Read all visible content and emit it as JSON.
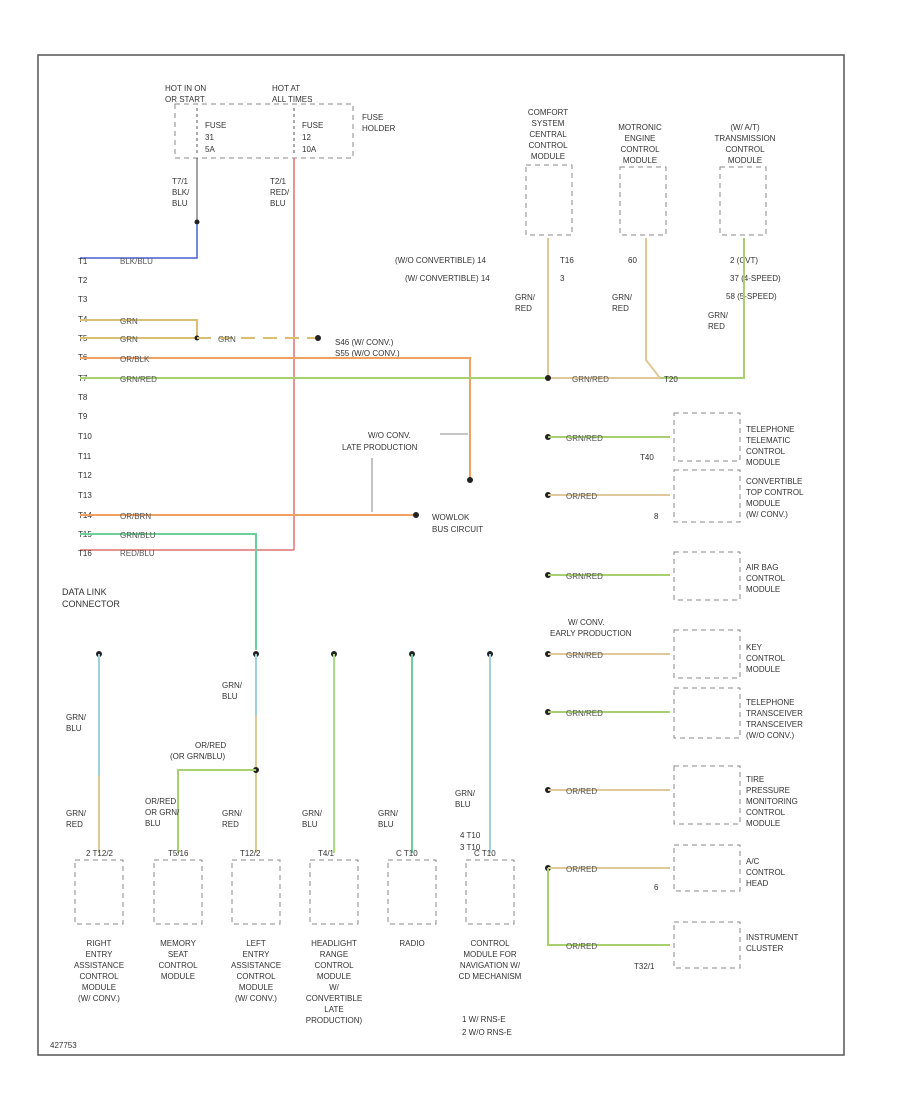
{
  "diagram_id": "427753",
  "power": {
    "hot_run_label": [
      "HOT IN ON",
      "OR START"
    ],
    "hot_all_label": [
      "HOT AT",
      "ALL TIMES"
    ],
    "fuse_a": [
      "FUSE",
      "31",
      "5A"
    ],
    "fuse_b": [
      "FUSE",
      "12",
      "10A"
    ],
    "fuse_holder": [
      "FUSE",
      "HOLDER"
    ],
    "wire_a": [
      "T7/1",
      "BLK/",
      "BLU"
    ],
    "wire_b": [
      "T2/1",
      "RED/",
      "BLU"
    ]
  },
  "connector": {
    "title": [
      "DATA LINK",
      "CONNECTOR"
    ],
    "pins": [
      "T1",
      "T2",
      "T3",
      "T4",
      "T5",
      "T6",
      "T7",
      "T8",
      "T9",
      "T10",
      "T11",
      "T12",
      "T13",
      "T14",
      "T15",
      "T16"
    ],
    "wire_labels": {
      "t1": "BLK/BLU",
      "t4": "GRN",
      "t5": "GRN",
      "t6": "OR/BLK",
      "t7": "GRN/RED",
      "t14": "OR/BRN",
      "t15": "GRN/BLU",
      "t16": "RED/BLU"
    }
  },
  "center": {
    "gnd_label": "GRN",
    "splice_label": [
      "S46 (W/ CONV.)",
      "S55 (W/O CONV.)"
    ],
    "wo_conv_label": [
      "W/O CONV.",
      "LATE PRODUCTION"
    ],
    "bus_label": [
      "WOWLOK",
      "BUS CIRCUIT"
    ]
  },
  "top_modules": {
    "comfort": [
      "COMFORT",
      "SYSTEM",
      "CENTRAL",
      "CONTROL",
      "MODULE"
    ],
    "motronic": [
      "MOTRONIC",
      "ENGINE",
      "CONTROL",
      "MODULE"
    ],
    "transmission": [
      "(W/ A/T)",
      "TRANSMISSION",
      "CONTROL",
      "MODULE"
    ],
    "comfort_pins": [
      "(W/O CONVERTIBLE)  14",
      "(W/ CONVERTIBLE)  14"
    ],
    "comfort_pin_suffix": [
      "T16",
      "3"
    ],
    "motronic_pin": "60",
    "trans_pins": [
      "2  (CVT)",
      "37  (4-SPEED)",
      "58  (5-SPEED)"
    ],
    "wire_label": [
      "GRN/",
      "RED"
    ],
    "t16_pin": "T20"
  },
  "right_modules": [
    {
      "name": [
        "TELEPHONE",
        "TELEMATIC",
        "CONTROL",
        "MODULE"
      ],
      "wire": "GRN/RED",
      "pin": "T40"
    },
    {
      "name": [
        "CONVERTIBLE",
        "TOP CONTROL",
        "MODULE",
        "(W/ CONV.)"
      ],
      "wire": "OR/RED",
      "pin": "8"
    },
    {
      "name": [
        "AIR BAG",
        "CONTROL",
        "MODULE"
      ],
      "wire": "GRN/RED",
      "pin": ""
    },
    {
      "name": [
        "KEY",
        "CONTROL",
        "MODULE"
      ],
      "wire": "GRN/RED",
      "pin": ""
    },
    {
      "name": [
        "TELEPHONE",
        "TRANSCEIVER",
        "TRANSCEIVER",
        "(W/O CONV.)"
      ],
      "wire": "GRN/RED",
      "pin": ""
    },
    {
      "name": [
        "TIRE",
        "PRESSURE",
        "MONITORING",
        "CONTROL",
        "MODULE"
      ],
      "wire": "OR/RED",
      "pin": ""
    },
    {
      "name": [
        "A/C",
        "CONTROL",
        "HEAD"
      ],
      "wire": "OR/RED",
      "pin": "6"
    },
    {
      "name": [
        "INSTRUMENT",
        "CLUSTER"
      ],
      "wire": "OR/RED",
      "pin": "T32/1"
    }
  ],
  "early_production": [
    "W/ CONV.",
    "EARLY PRODUCTION"
  ],
  "bottom_modules": [
    {
      "name": [
        "RIGHT",
        "ENTRY",
        "ASSISTANCE",
        "CONTROL",
        "MODULE",
        "(W/ CONV.)"
      ],
      "wire1": [
        "GRN/",
        "BLU"
      ],
      "wire2": [
        "GRN/",
        "RED"
      ],
      "pin": "2 T12/2"
    },
    {
      "name": [
        "MEMORY",
        "SEAT",
        "CONTROL",
        "MODULE"
      ],
      "wire1": [
        "OR/RED",
        "OR GRN/",
        "BLU"
      ],
      "wire2": [],
      "pin": "T5/16"
    },
    {
      "name": [
        "LEFT",
        "ENTRY",
        "ASSISTANCE",
        "CONTROL",
        "MODULE",
        "(W/ CONV.)"
      ],
      "wire1": [
        "GRN/",
        "RED"
      ],
      "wire2": [],
      "pin": "T12/2"
    },
    {
      "name": [
        "HEADLIGHT",
        "RANGE",
        "CONTROL",
        "MODULE",
        "W/",
        "CONVERTIBLE",
        "LATE",
        "PRODUCTION)"
      ],
      "wire1": [
        "GRN/",
        "BLU"
      ],
      "wire2": [],
      "pin": "T4/1"
    },
    {
      "name": [
        "RADIO"
      ],
      "wire1": [
        "GRN/",
        "BLU"
      ],
      "wire2": [],
      "pin": "C T10"
    },
    {
      "name": [
        "CONTROL",
        "MODULE FOR",
        "NAVIGATION W/",
        "CD MECHANISM"
      ],
      "wire1": [
        "GRN/",
        "BLU"
      ],
      "wire2": [],
      "pin": "C T10"
    }
  ],
  "middle_wires": {
    "grn_blu_top": [
      "GRN/",
      "BLU"
    ],
    "or_red_label": [
      "OR/RED",
      "(OR GRN/BLU)"
    ]
  },
  "bottom_pin_note": [
    "4   T10",
    "3   T10"
  ],
  "footnotes": [
    "1   W/ RNS-E",
    "2   W/O RNS-E"
  ]
}
